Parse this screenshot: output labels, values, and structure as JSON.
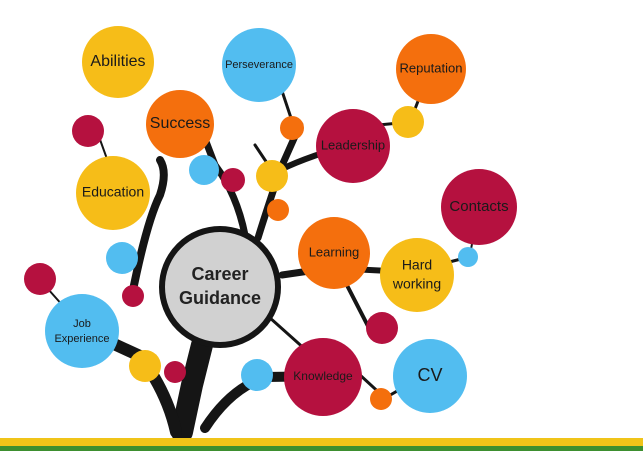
{
  "center": {
    "line1": "Career",
    "line2": "Guidance"
  },
  "nodes": {
    "abilities": "Abilities",
    "success": "Success",
    "perseverance": "Perseverance",
    "reputation": "Reputation",
    "leadership": "Leadership",
    "education": "Education",
    "contacts": "Contacts",
    "learning": "Learning",
    "hard_working_1": "Hard",
    "hard_working_2": "working",
    "job_experience_1": "Job",
    "job_experience_2": "Experience",
    "knowledge": "Knowledge",
    "cv": "CV"
  },
  "colors": {
    "yellow": "#f6bd18",
    "orange": "#f46f0d",
    "blue": "#52bdf0",
    "red": "#b5113f",
    "grey": "#d1d1d1",
    "trunk": "#151515",
    "footer_yellow": "#f0c419",
    "footer_green": "#3d8f2f"
  }
}
